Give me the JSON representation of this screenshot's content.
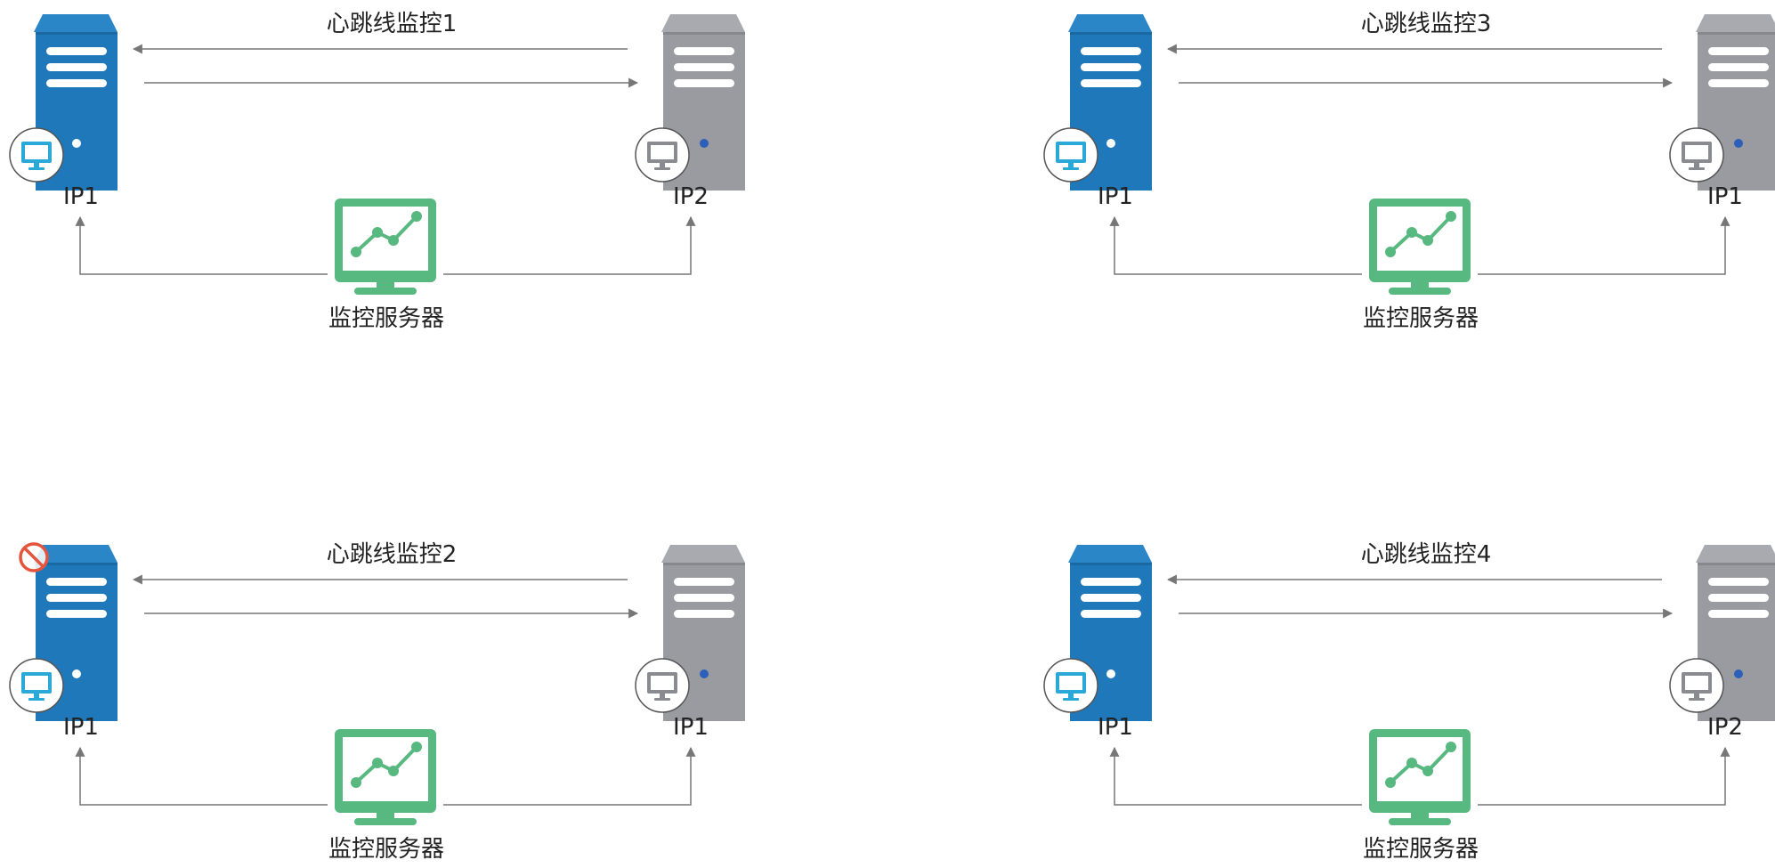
{
  "colors": {
    "primary_server": "#1f78b9",
    "primary_server_light": "#2a86c6",
    "secondary_server": "#9a9ba1",
    "secondary_server_light": "#a9aab0",
    "monitor": "#57b880",
    "monitor_dark": "#3f9a63",
    "arrow": "#777777",
    "fault": "#e5553e",
    "badge_screen_blue": "#2aa8d8",
    "badge_screen_gray": "#8a8b90",
    "led": "#2b5fb8"
  },
  "icons": {
    "primary_server": "server-tower-icon",
    "secondary_server": "server-tower-icon",
    "monitor_server": "line-chart-monitor-icon",
    "badge": "desktop-icon",
    "fault": "prohibited-icon"
  },
  "panels": [
    {
      "heartbeat_label": "心跳线监控1",
      "left_ip": "IP1",
      "right_ip": "IP2",
      "monitor_label": "监控服务器",
      "left_fault": false
    },
    {
      "heartbeat_label": "心跳线监控3",
      "left_ip": "IP1",
      "right_ip": "IP1",
      "monitor_label": "监控服务器",
      "left_fault": false
    },
    {
      "heartbeat_label": "心跳线监控2",
      "left_ip": "IP1",
      "right_ip": "IP1",
      "monitor_label": "监控服务器",
      "left_fault": true
    },
    {
      "heartbeat_label": "心跳线监控4",
      "left_ip": "IP1",
      "right_ip": "IP2",
      "monitor_label": "监控服务器",
      "left_fault": false
    }
  ]
}
